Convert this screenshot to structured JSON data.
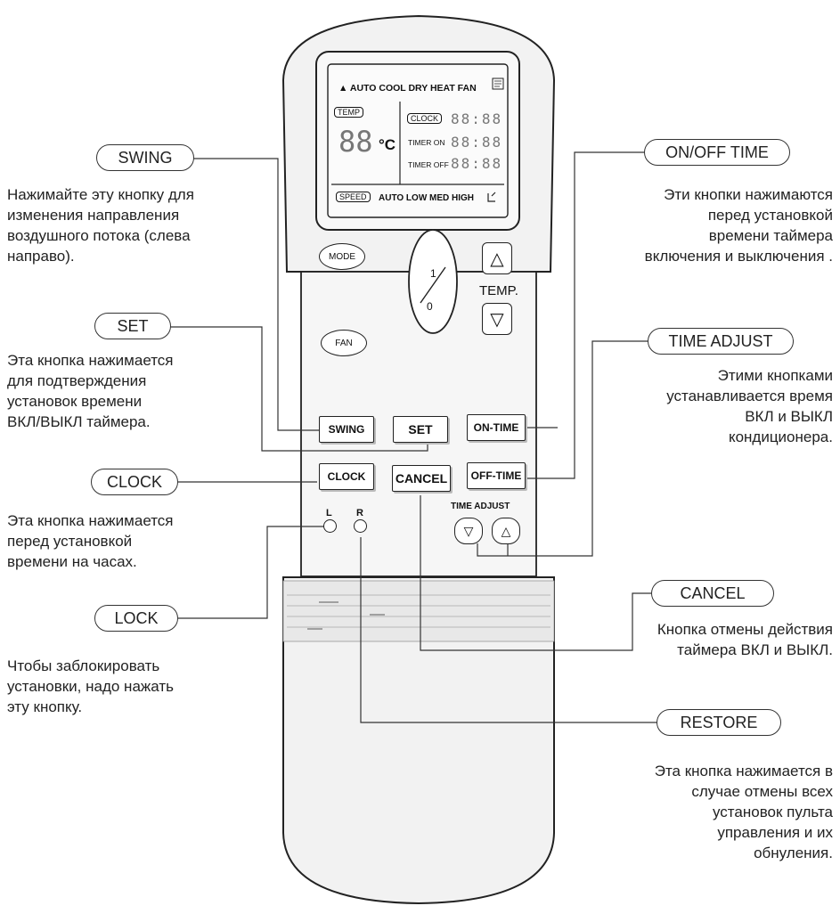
{
  "callouts": {
    "swing": "SWING",
    "set": "SET",
    "clock": "CLOCK",
    "lock": "LOCK",
    "onoff_time": "ON/OFF TIME",
    "time_adjust": "TIME ADJUST",
    "cancel": "CANCEL",
    "restore": "RESTORE"
  },
  "descriptions": {
    "swing": [
      "Нажимайте эту кнопку для",
      "изменения направления",
      "воздушного потока (слева",
      "направо)."
    ],
    "set": [
      "Эта кнопка нажимается",
      "для подтверждения",
      "установок времени",
      "ВКЛ/ВЫКЛ таймера."
    ],
    "clock": [
      "Эта кнопка нажимается",
      "перед установкой",
      "времени на часах."
    ],
    "lock": [
      "Чтобы заблокировать",
      "установки, надо нажать",
      "эту кнопку."
    ],
    "onoff_time": [
      "Эти кнопки нажимаются",
      "перед установкой",
      "времени таймера",
      "включения и выключения ."
    ],
    "time_adjust": [
      "Этими кнопками",
      "устанавливается время",
      "ВКЛ и ВЫКЛ",
      "кондиционера."
    ],
    "cancel": [
      "Кнопка отмены действия",
      "таймера ВКЛ и ВЫКЛ."
    ],
    "restore": [
      "Эта кнопка нажимается в",
      "случае отмены всех",
      "установок пульта",
      "управления и их",
      "обнуления."
    ]
  },
  "lcd": {
    "modes": "▲ AUTO COOL DRY HEAT FAN",
    "temp_tag": "TEMP",
    "temp_digits": "88",
    "unit": "°C",
    "clock_tag": "CLOCK",
    "clock_digits": "88:88",
    "timer_on_label": "TIMER ON",
    "timer_on_digits": "88:88",
    "timer_off_label": "TIMER OFF",
    "timer_off_digits": "88:88",
    "speed_tag": "SPEED",
    "speed_values": "AUTO LOW MED HIGH"
  },
  "buttons": {
    "mode": "MODE",
    "fan": "FAN",
    "power_top": "1",
    "power_bottom": "0",
    "temp_label": "TEMP.",
    "temp_up": "△",
    "temp_down": "▽",
    "swing": "SWING",
    "set": "SET",
    "on_time": "ON-TIME",
    "clock": "CLOCK",
    "cancel": "CANCEL",
    "off_time": "OFF-TIME",
    "time_adjust_label": "TIME ADJUST",
    "adjust_down": "▽",
    "adjust_up": "△",
    "lock_label": "L",
    "restore_label": "R"
  }
}
